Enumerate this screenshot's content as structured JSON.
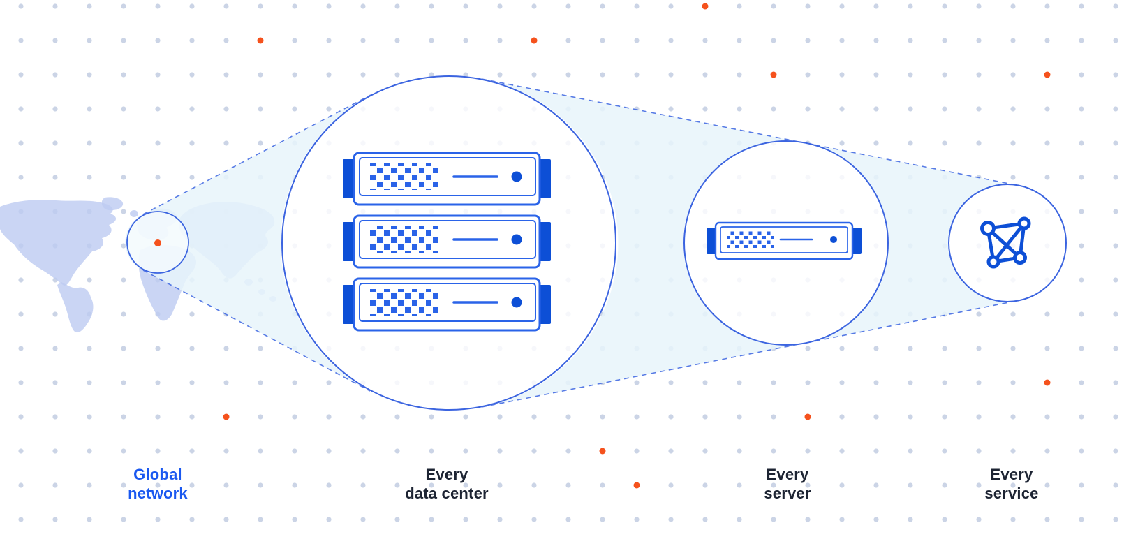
{
  "stages": [
    {
      "id": "global-network",
      "label": "Global\nnetwork",
      "icon": "world-map-marker-icon",
      "label_color": "#1a58f0"
    },
    {
      "id": "every-data-center",
      "label": "Every\ndata center",
      "icon": "server-rack-icon",
      "label_color": "#1d2433"
    },
    {
      "id": "every-server",
      "label": "Every\nserver",
      "icon": "server-icon",
      "label_color": "#1d2433"
    },
    {
      "id": "every-service",
      "label": "Every\nservice",
      "icon": "network-mesh-icon",
      "label_color": "#1d2433"
    }
  ],
  "colors": {
    "blue": "#3b64e0",
    "dark_blue": "#0d4fd6",
    "accent_blue": "#2a63e8",
    "beam": "#e7f4fa",
    "map": "#bdcaf1",
    "grid_dot": "#cbd4e6",
    "orange": "#f5521d",
    "label_dark": "#1d2433",
    "label_blue": "#1a58f0",
    "background": "#ffffff"
  }
}
